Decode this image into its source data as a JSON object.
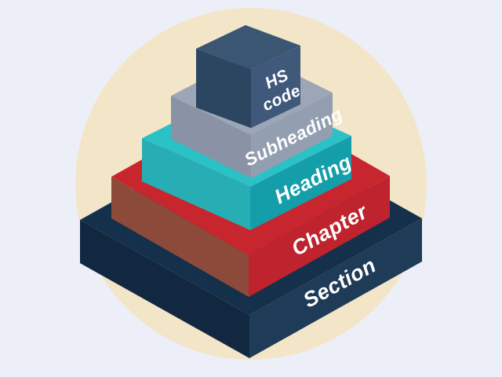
{
  "diagram": {
    "background_color": "#EDEFF8",
    "circle_color": "#F3E5C8",
    "label_color": "#FFFFFF",
    "layers": [
      {
        "label": "Section",
        "colors": {
          "top": "#15304B",
          "left": "#122840",
          "right": "#1E3B58"
        }
      },
      {
        "label": "Chapter",
        "colors": {
          "top": "#C8262F",
          "left": "#8C4A3A",
          "right": "#BE232E"
        }
      },
      {
        "label": "Heading",
        "colors": {
          "top": "#2AC2C7",
          "left": "#27AEB5",
          "right": "#149EA9"
        }
      },
      {
        "label": "Subheading",
        "colors": {
          "top": "#9DA6B6",
          "left": "#8A93A5",
          "right": "#939EB1"
        }
      },
      {
        "label": "HS code",
        "label_lines": [
          "HS",
          "code"
        ],
        "colors": {
          "top": "#3A5673",
          "left": "#2C4560",
          "right": "#40597B"
        }
      }
    ]
  }
}
